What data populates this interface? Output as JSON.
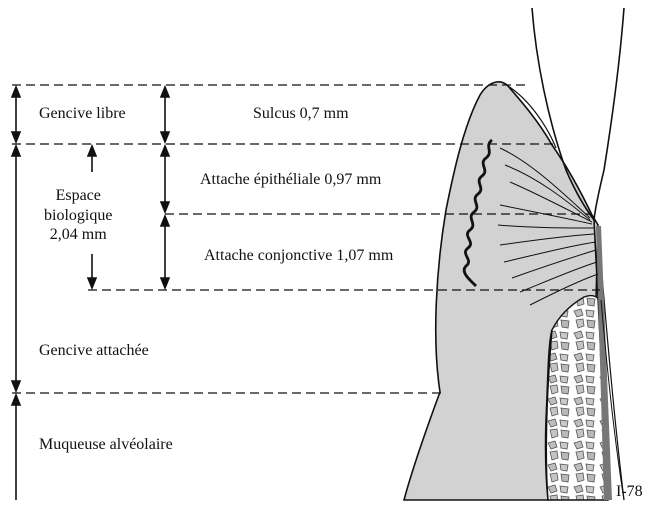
{
  "labels": {
    "gencive_libre": "Gencive libre",
    "sulcus": "Sulcus 0,7 mm",
    "attache_epitheliale": "Attache épithéliale 0,97 mm",
    "attache_conjonctive": "Attache conjonctive 1,07 mm",
    "espace_line1": "Espace",
    "espace_line2": "biologique",
    "espace_line3": "2,04 mm",
    "gencive_attachee": "Gencive attachée",
    "muqueuse": "Muqueuse alvéolaire"
  },
  "figure_ref": "I-78",
  "colors": {
    "ink": "#111111",
    "gingiva_fill": "#d2d2d2",
    "bone_fill": "#c8c8c8",
    "background": "#ffffff"
  }
}
